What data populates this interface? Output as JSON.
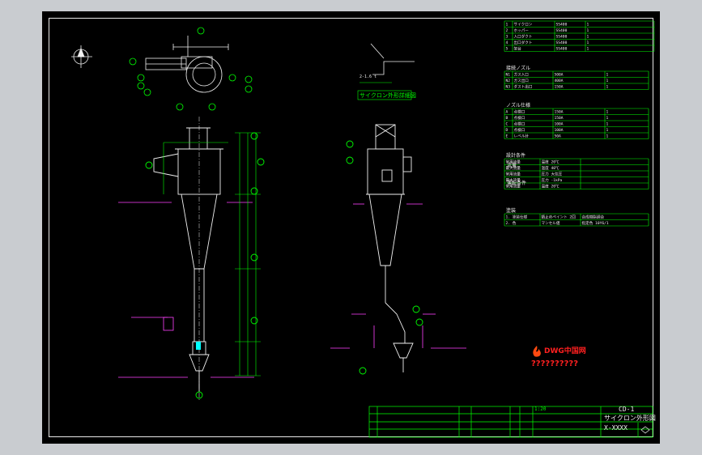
{
  "title_block": {
    "drawing_no": "CD-1",
    "drawing_name": "サイクロン外形図",
    "part_no": "X-XXXX",
    "scale": "1:20"
  },
  "views": {
    "side_view_label": "サイクロン外形詳細図",
    "inlet_detail_label": "2-1.6 t"
  },
  "table_parts": {
    "rows": [
      [
        "1",
        "サイクロン",
        "SS400",
        "1"
      ],
      [
        "2",
        "ホッパー",
        "SS400",
        "1"
      ],
      [
        "3",
        "入口ダクト",
        "SS400",
        "1"
      ],
      [
        "4",
        "出口ダクト",
        "SS400",
        "1"
      ],
      [
        "5",
        "架台",
        "SS400",
        "1"
      ]
    ]
  },
  "table_nozzle": {
    "title": "接続ノズル",
    "rows": [
      [
        "N1",
        "ガス入口",
        "500A",
        "1"
      ],
      [
        "N2",
        "ガス出口",
        "400A",
        "1"
      ],
      [
        "N3",
        "ダスト出口",
        "150A",
        "1"
      ]
    ]
  },
  "table_spec": {
    "title": "ノズル仕様",
    "rows": [
      [
        "A",
        "点検口",
        "150A",
        "1"
      ],
      [
        "B",
        "点検口",
        "150A",
        "1"
      ],
      [
        "C",
        "点検口",
        "100A",
        "1"
      ],
      [
        "D",
        "点検口",
        "100A",
        "1"
      ],
      [
        "E",
        "レベル計",
        "50A",
        "1"
      ]
    ]
  },
  "table_design": {
    "title": "設計条件",
    "r1": "流量",
    "r2": "運転条件",
    "rows": [
      [
        "常用流量",
        "温度 20℃"
      ],
      [
        "最大流量",
        "温度 40℃"
      ],
      [
        "常用流量",
        "圧力 大気圧"
      ],
      [
        "最大流量",
        "圧力 -1kPa"
      ],
      [
        "常用流量",
        "温度 20℃"
      ]
    ]
  },
  "table_material": {
    "title": "塗装",
    "rows": [
      [
        "1. 塗装仕様",
        "錆止めペイント 2回",
        "合成樹脂調合"
      ],
      [
        "2. 色",
        "マンセル値",
        "指定色 10Y6/1"
      ]
    ]
  },
  "logo": {
    "main": "DWG中国网",
    "sub": "??????????"
  },
  "colors": {
    "line_green": "#00ff00",
    "line_yellow": "#ffff66",
    "line_white": "#f0f0f0",
    "line_magenta": "#ff40ff",
    "accent_red": "#ff2020",
    "accent_cyan": "#00ffff",
    "background": "#000000"
  }
}
